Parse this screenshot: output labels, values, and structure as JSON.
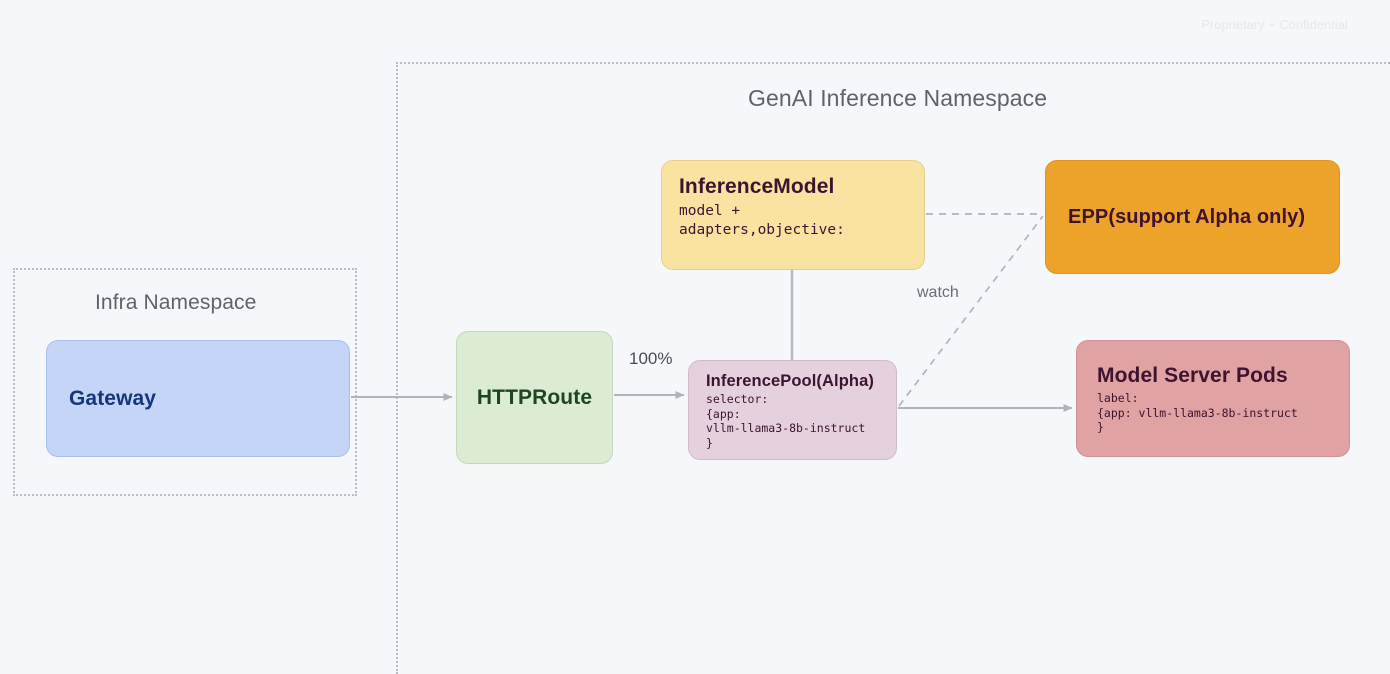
{
  "watermark": "Proprietary + Confidential",
  "namespaces": [
    {
      "id": "genai",
      "title": "GenAI Inference Namespace"
    },
    {
      "id": "infra",
      "title": "Infra Namespace"
    }
  ],
  "nodes": {
    "gateway": {
      "title": "Gateway",
      "fill": "#c4d5f7",
      "text_color": "#16357a"
    },
    "httproute": {
      "title": "HTTPRoute",
      "fill": "#dbebd4",
      "text_color": "#1e4620"
    },
    "inference_model": {
      "title": "InferenceModel",
      "body": "model +\nadapters,objective:",
      "fill": "#f8e3a0",
      "text_color": "#3d1330"
    },
    "epp": {
      "title": "EPP(support Alpha only)",
      "fill": "#eda22a",
      "text_color": "#3d1330"
    },
    "inference_pool": {
      "title": "InferencePool(Alpha)",
      "body": "selector:\n{app:\nvllm-llama3-8b-instruct\n}",
      "fill": "#e4d1dd",
      "text_color": "#3d1330"
    },
    "model_server_pods": {
      "title": "Model Server Pods",
      "body": "label:\n{app: vllm-llama3-8b-instruct\n}",
      "fill": "#e0a2a2",
      "text_color": "#3d1330"
    }
  },
  "edges": {
    "gateway_to_httproute": {
      "label": ""
    },
    "httproute_to_pool": {
      "label": "100%"
    },
    "model_to_epp": {
      "label": ""
    },
    "pool_to_epp": {
      "label": "watch"
    },
    "pool_to_pods": {
      "label": ""
    }
  },
  "colors": {
    "background": "#f6f7fa",
    "edge": "#b0b3b9",
    "namespace_border": "#b9bcc6",
    "namespace_title": "#5f6368"
  }
}
